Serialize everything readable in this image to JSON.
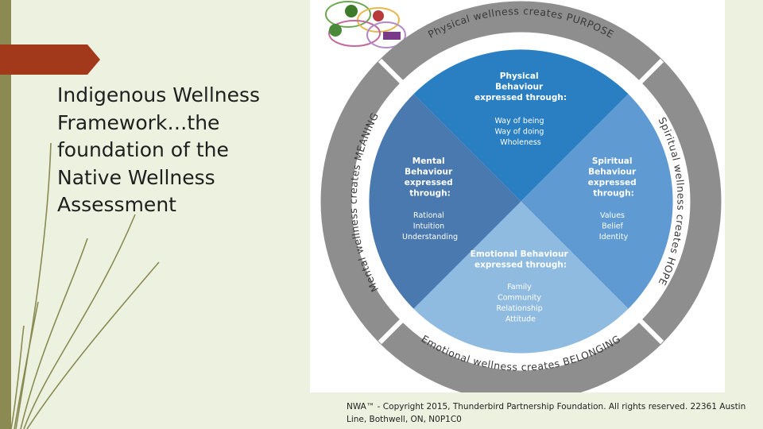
{
  "slide": {
    "title": "Indigenous Wellness Framework…the foundation of the Native Wellness Assessment",
    "copyright": "NWA™ - Copyright  2015, Thunderbird Partnership Foundation.  All rights reserved.  22361 Austin Line, Bothwell, ON, N0P1C0"
  },
  "colors": {
    "background": "#ecf2df",
    "accent_arrow": "#a3391b",
    "sidebar_stem": "#8a8a52",
    "outer_ring": "#8e8e8e",
    "physical": "#2a7fc2",
    "spiritual": "#5f9bd2",
    "emotional": "#8fbbe0",
    "mental": "#4a79b0"
  },
  "wheel": {
    "ring": {
      "top": "Physical wellness creates PURPOSE",
      "right": "Spiritual wellness creates HOPE",
      "bottom": "Emotional wellness creates BELONGING",
      "left": "Mental wellness creates MEANING"
    },
    "quadrants": {
      "physical": {
        "heading": [
          "Physical",
          "Behaviour",
          "expressed through:"
        ],
        "items": [
          "Way of being",
          "Way of doing",
          "Wholeness"
        ]
      },
      "spiritual": {
        "heading": [
          "Spiritual",
          "Behaviour",
          "expressed",
          "through:"
        ],
        "items": [
          "Values",
          "Belief",
          "Identity"
        ]
      },
      "emotional": {
        "heading": [
          "Emotional Behaviour",
          "expressed through:"
        ],
        "items": [
          "Family",
          "Community",
          "Relationship",
          "Attitude"
        ]
      },
      "mental": {
        "heading": [
          "Mental",
          "Behaviour",
          "expressed",
          "through:"
        ],
        "items": [
          "Rational",
          "Intuition",
          "Understanding"
        ]
      }
    }
  }
}
